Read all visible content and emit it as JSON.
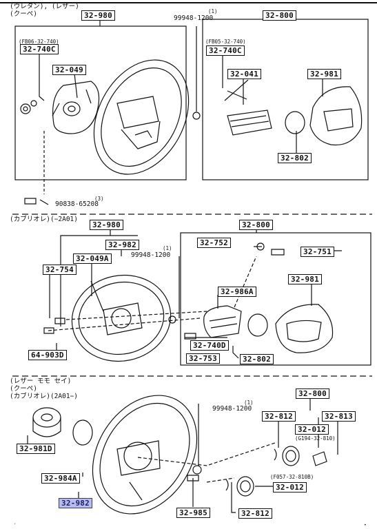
{
  "sections": {
    "one": {
      "header": "(ウレタン), (レザー)\n(クーペ)"
    },
    "two": {
      "header": "(カブリオレ)(−2A01)"
    },
    "three": {
      "header": "(レザー モモ セイ)\n(クーペ)\n(カブリオレ)(2A01−)"
    }
  },
  "labels": {
    "s1_980": "32-980",
    "s1_800": "32-800",
    "s1_740c_a": "32-740C",
    "s1_049": "32-049",
    "s1_740c_b": "32-740C",
    "s1_041": "32-041",
    "s1_981": "32-981",
    "s1_802": "32-802",
    "s2_980": "32-980",
    "s2_800": "32-800",
    "s2_982": "32-982",
    "s2_752": "32-752",
    "s2_751": "32-751",
    "s2_049a": "32-049A",
    "s2_754": "32-754",
    "s2_986a": "32-986A",
    "s2_981": "32-981",
    "s2_740d": "32-740D",
    "s2_753": "32-753",
    "s2_802": "32-802",
    "s2_903d": "64-903D",
    "s3_800": "32-800",
    "s3_812a": "32-812",
    "s3_012a": "32-012",
    "s3_813": "32-813",
    "s3_981d": "32-981D",
    "s3_984a": "32-984A",
    "s3_982": "32-982",
    "s3_012b": "32-012",
    "s3_985": "32-985",
    "s3_812b": "32-812"
  },
  "notes": {
    "fb06": "(FB06-32-740)",
    "fb05": "(FB05-32-740)",
    "bolt1_q": "(1)",
    "bolt1_pn": "99948-1200",
    "screw_q": "(3)",
    "screw_pn": "90838-65208",
    "bolt2_q": "(1)",
    "bolt2_pn": "99948-1200",
    "bolt3_q": "(1)",
    "bolt3_pn": "99948-1200",
    "g194": "(G194-32-810)",
    "f057": "(F057-32-810B)"
  }
}
